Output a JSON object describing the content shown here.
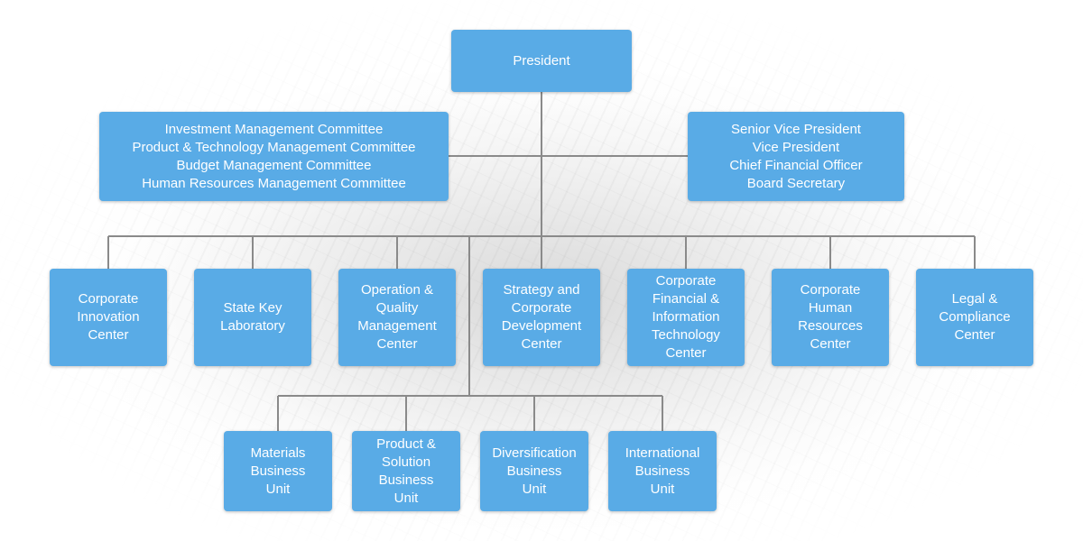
{
  "president": "President",
  "committees": [
    "Investment Management Committee",
    "Product & Technology Management Committee",
    "Budget Management Committee",
    "Human Resources Management Committee"
  ],
  "officers": [
    "Senior Vice President",
    "Vice President",
    "Chief Financial Officer",
    "Board Secretary"
  ],
  "centers": [
    [
      "Corporate",
      "Innovation",
      "Center"
    ],
    [
      "State Key",
      "Laboratory"
    ],
    [
      "Operation &",
      "Quality",
      "Management",
      "Center"
    ],
    [
      "Strategy and",
      "Corporate",
      "Development",
      "Center"
    ],
    [
      "Corporate",
      "Financial &",
      "Information",
      "Technology",
      "Center"
    ],
    [
      "Corporate",
      "Human",
      "Resources",
      "Center"
    ],
    [
      "Legal &",
      "Compliance",
      "Center"
    ]
  ],
  "business_units": [
    [
      "Materials",
      "Business",
      "Unit"
    ],
    [
      "Product &",
      "Solution",
      "Business",
      "Unit"
    ],
    [
      "Diversification",
      "Business",
      "Unit"
    ],
    [
      "International",
      "Business",
      "Unit"
    ]
  ],
  "colors": {
    "box": "#59abe6",
    "text": "#ffffff",
    "connector": "#8a8a8a"
  }
}
